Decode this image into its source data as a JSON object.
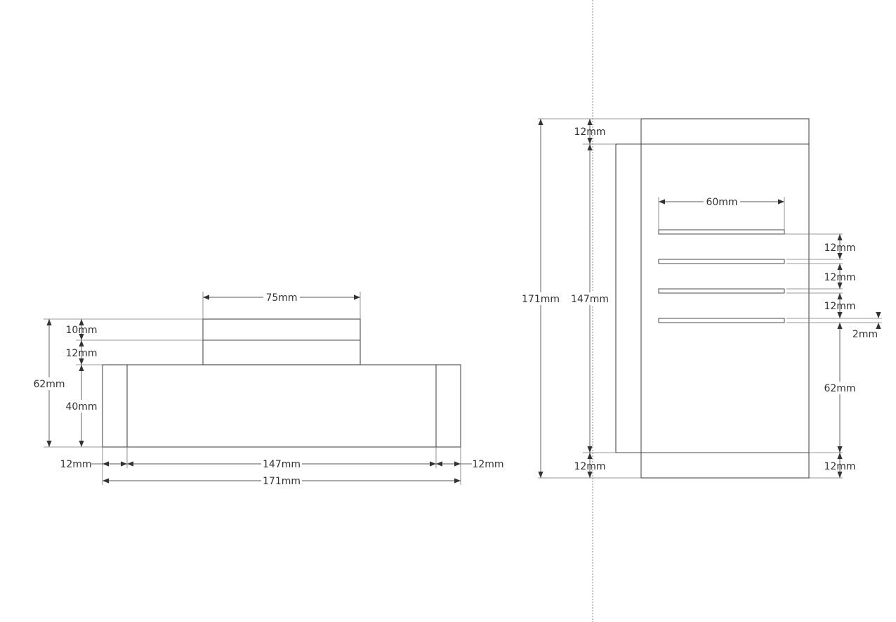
{
  "front_view": {
    "width_top_block": "75mm",
    "height_top_small": "10mm",
    "height_mid": "12mm",
    "height_total": "62mm",
    "height_base": "40mm",
    "side_left": "12mm",
    "inner_width": "147mm",
    "side_right": "12mm",
    "overall_width": "171mm"
  },
  "side_view": {
    "top_band": "12mm",
    "overall_height": "171mm",
    "inner_height": "147mm",
    "bottom_band_left": "12mm",
    "slot_length": "60mm",
    "slot_gap_1": "12mm",
    "slot_gap_2": "12mm",
    "slot_gap_3": "12mm",
    "slot_thickness": "2mm",
    "slot_to_bottom": "62mm",
    "bottom_band_right": "12mm"
  },
  "colors": {
    "line": "#4a4a4a",
    "text": "#333333",
    "background": "#ffffff"
  }
}
